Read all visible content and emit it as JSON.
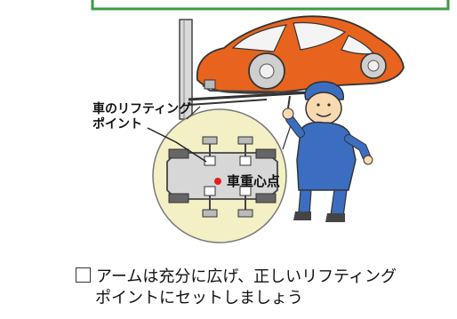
{
  "illustration": {
    "lifting_point_label_line1": "車のリフティング",
    "lifting_point_label_line2": "ポイント",
    "center_of_gravity_label": "車重心点"
  },
  "caption": {
    "line1": "アームは充分に広げ、正しいリフティング",
    "line2": "ポイントにセットしましょう"
  },
  "colors": {
    "car_body": "#E8641E",
    "banner_border": "#3F9A45",
    "inset_circle": "#F2F0C4",
    "mechanic_uniform": "#3B6EC0",
    "center_dot": "#E0201C"
  }
}
